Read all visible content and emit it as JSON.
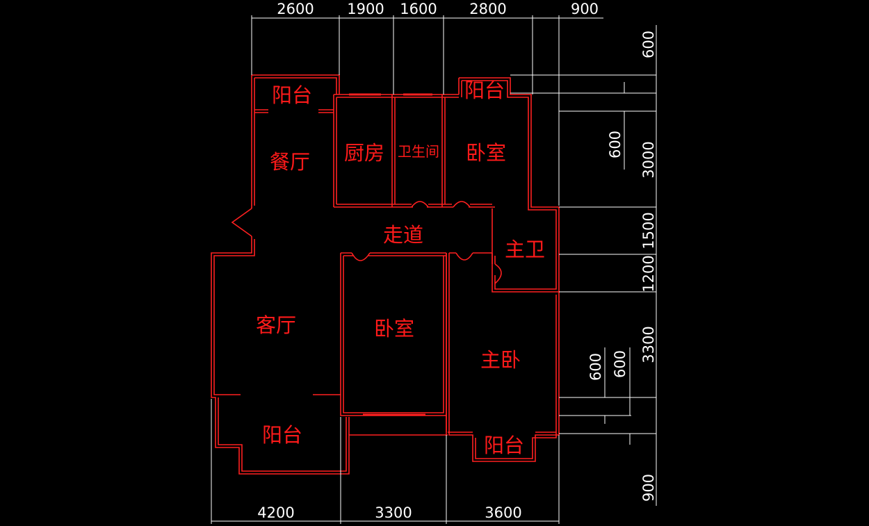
{
  "rooms": {
    "balcony_nw": "阳台",
    "dining": "餐厅",
    "kitchen": "厨房",
    "bathroom": "卫生间",
    "bedroom_ne": "卧室",
    "balcony_ne": "阳台",
    "corridor": "走道",
    "master_bath": "主卫",
    "living": "客厅",
    "bedroom_center": "卧室",
    "master_bedroom": "主卧",
    "balcony_sw": "阳台",
    "balcony_se": "阳台"
  },
  "dimensions": {
    "top": [
      "2600",
      "1900",
      "1600",
      "2800",
      "900"
    ],
    "bottom": [
      "4200",
      "3300",
      "3600"
    ],
    "right_outer": [
      "600",
      "3000",
      "1500",
      "1200",
      "3300",
      "900"
    ],
    "right_inner": [
      "600",
      "600",
      "600"
    ]
  },
  "colors": {
    "walls": "#ff2020",
    "dimension_lines": "#ffffff",
    "background": "#000000"
  }
}
